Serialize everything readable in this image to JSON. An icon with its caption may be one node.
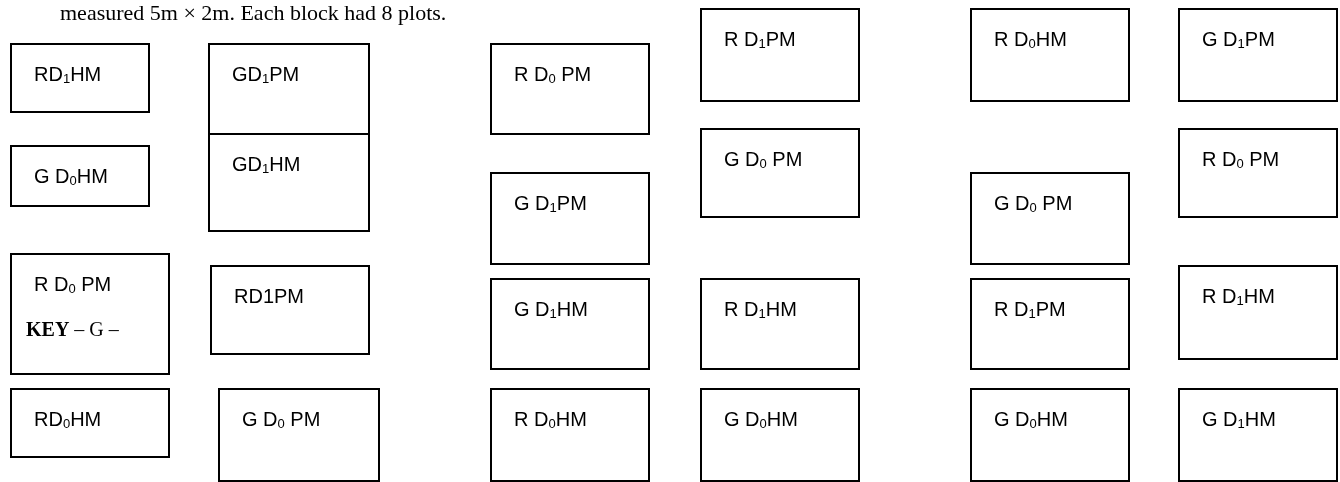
{
  "diagram": {
    "nodes": [
      {
        "text": [
          "RD$_{1}$HM"
        ]
      },
      {
        "text": [
          "G D$_{0}$HM"
        ]
      },
      {
        "text": [
          "R D$_{0}$ PM"
        ]
      },
      {
        "text": [
          "RD$_{0}$HM"
        ]
      },
      {
        "text": [
          "GD$_{1}$PM"
        ]
      },
      {
        "text": [
          "GD$_{1}$HM"
        ]
      },
      {
        "text": [
          "RD1PM"
        ]
      },
      {
        "text": [
          "G D$_{0}$ PM"
        ]
      },
      {
        "text": [
          "R D$_{0}$ PM"
        ]
      },
      {
        "text": [
          "G D$_{1}$PM"
        ]
      },
      {
        "text": [
          "G D$_{1}$HM"
        ]
      },
      {
        "text": [
          "R D$_{0}$HM"
        ]
      },
      {
        "text": [
          "R D$_{1}$PM"
        ]
      },
      {
        "text": [
          "G D$_{0}$ PM"
        ]
      },
      {
        "text": [
          "R D$_{1}$HM"
        ]
      },
      {
        "text": [
          "G D$_{0}$HM"
        ]
      },
      {
        "text": [
          "R D$_{0}$HM"
        ]
      },
      {
        "text": [
          "G D$_{0}$ PM"
        ]
      },
      {
        "text": [
          "R D$_{1}$PM"
        ]
      },
      {
        "text": [
          "G D$_{0}$HM"
        ]
      },
      {
        "text": [
          "G D$_{1}$PM"
        ]
      },
      {
        "text": [
          "R D$_{0}$ PM"
        ]
      },
      {
        "text": [
          "R D$_{1}$HM"
        ]
      },
      {
        "text": [
          "G D$_{1}$HM"
        ]
      }
    ],
    "labels": [
      "measured 5m × 2m. Each block had 8 plots.",
      "**KEY** – G –"
    ]
  }
}
